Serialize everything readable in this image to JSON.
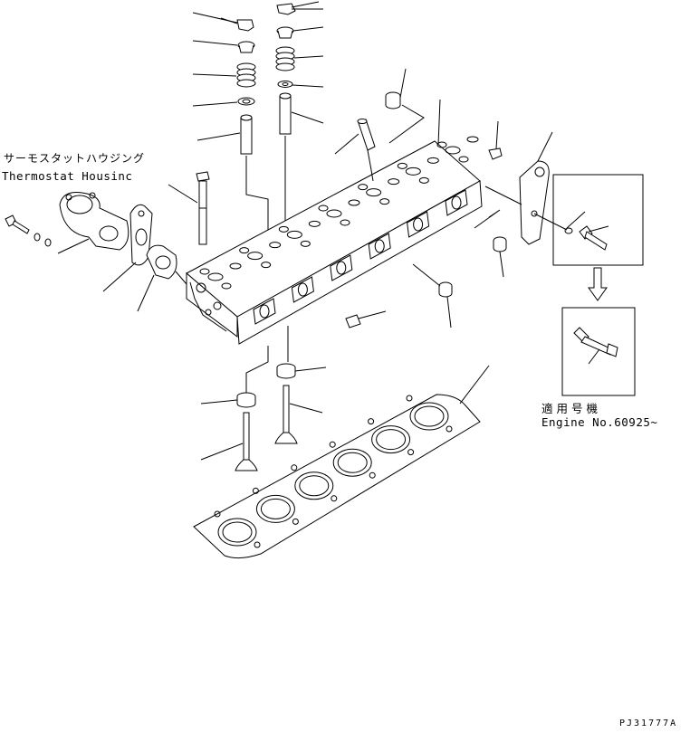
{
  "labels": {
    "thermostat_housing_jp": "サーモスタットハウジング",
    "thermostat_housing_en": "Thermostat Housinc",
    "applicable_model_jp": "適用号機",
    "engine_serial": "Engine No.60925~",
    "drawing_number": "PJ31777A"
  },
  "colors": {
    "line": "#000000",
    "background": "#ffffff"
  },
  "icons": {
    "detail_arrow": "down-arrow-icon"
  }
}
